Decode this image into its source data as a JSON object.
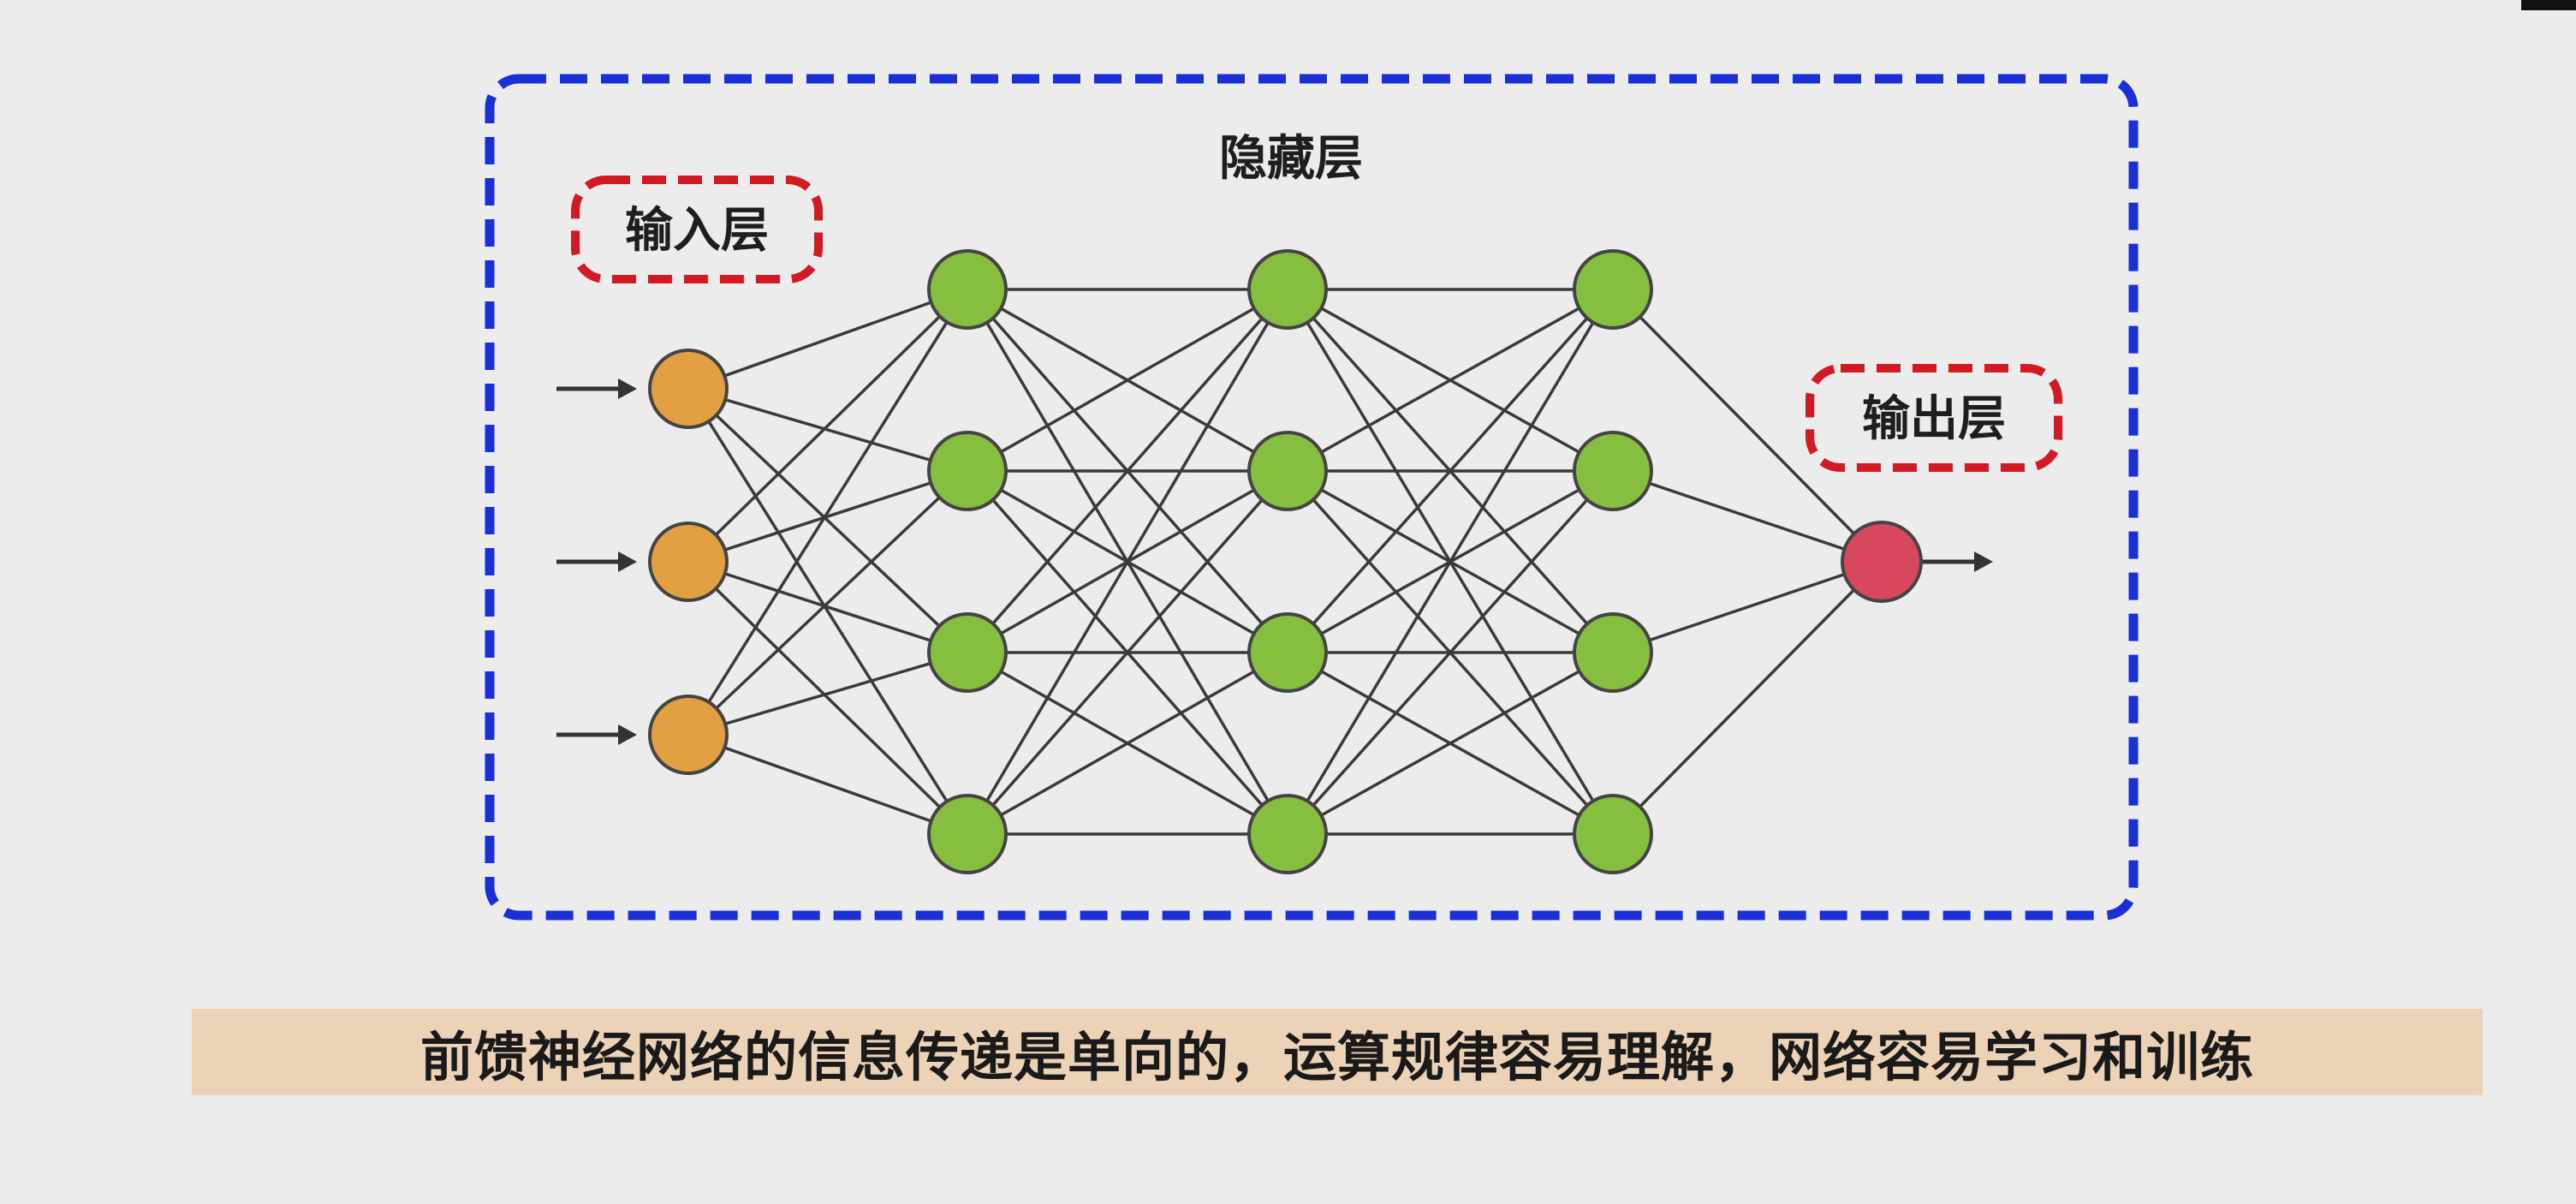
{
  "diagram": {
    "title": "隐藏层",
    "input_label": "输入层",
    "output_label": "输出层",
    "layers": [
      {
        "role": "input",
        "count": 3,
        "color": "#e2a042"
      },
      {
        "role": "hidden",
        "count": 4,
        "color": "#86bf3f"
      },
      {
        "role": "hidden",
        "count": 4,
        "color": "#86bf3f"
      },
      {
        "role": "hidden",
        "count": 4,
        "color": "#86bf3f"
      },
      {
        "role": "output",
        "count": 1,
        "color": "#d7485f"
      }
    ],
    "colors": {
      "hidden_box_border": "#1a2fd6",
      "label_box_border": "#d21a25",
      "edge": "#3a3a3a",
      "node_stroke": "#444444"
    },
    "caption": "前馈神经网络的信息传递是单向的，运算规律容易理解，网络容易学习和训练"
  }
}
